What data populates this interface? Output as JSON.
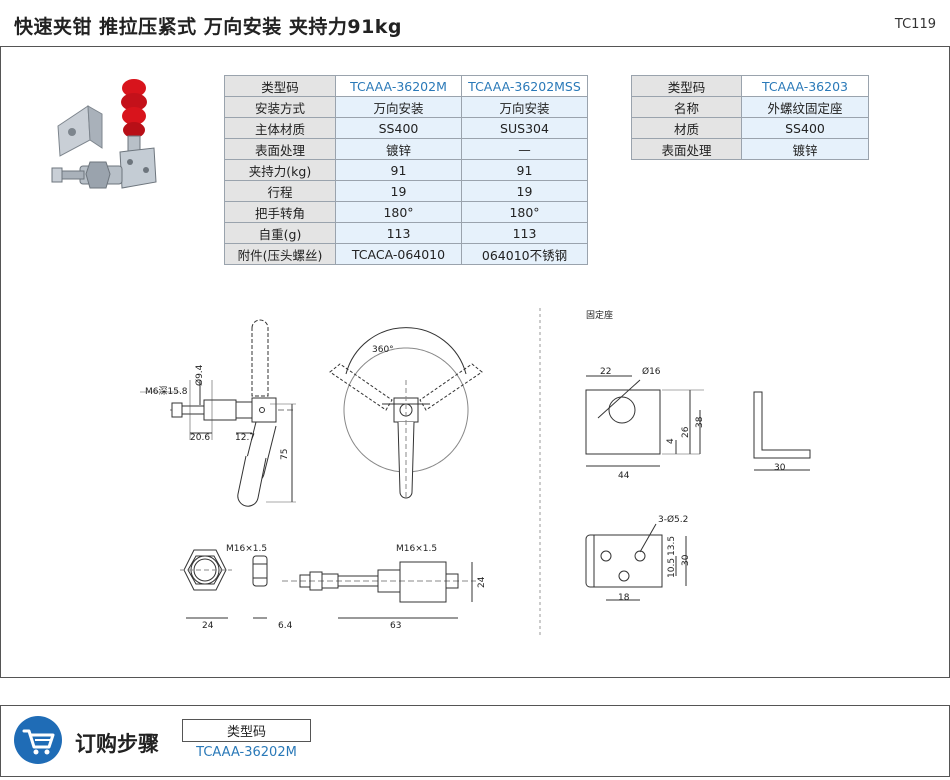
{
  "header": {
    "title": "快速夹钳   推拉压紧式   万向安装   夹持力91kg",
    "page_code": "TC119"
  },
  "spec_table": {
    "header": [
      "类型码",
      "TCAAA-36202M",
      "TCAAA-36202MSS"
    ],
    "rows": [
      [
        "安装方式",
        "万向安装",
        "万向安装"
      ],
      [
        "主体材质",
        "SS400",
        "SUS304"
      ],
      [
        "表面处理",
        "镀锌",
        "—"
      ],
      [
        "夹持力(kg)",
        "91",
        "91"
      ],
      [
        "行程",
        "19",
        "19"
      ],
      [
        "把手转角",
        "180°",
        "180°"
      ],
      [
        "自重(g)",
        "113",
        "113"
      ],
      [
        "附件(压头螺丝)",
        "TCACA-064010",
        "064010不锈钢"
      ]
    ]
  },
  "base_table": {
    "header": [
      "类型码",
      "TCAAA-36203"
    ],
    "rows": [
      [
        "名称",
        "外螺纹固定座"
      ],
      [
        "材质",
        "SS400"
      ],
      [
        "表面处理",
        "镀锌"
      ]
    ]
  },
  "drawing": {
    "base_label": "固定座",
    "dims": {
      "m6": "M6深15.8",
      "phi94": "Ø9.4",
      "d206": "20.6",
      "d127": "12.7",
      "d75": "75",
      "deg360": "360°",
      "m16a": "M16×1.5",
      "m16b": "M16×1.5",
      "d24a": "24",
      "d64": "6.4",
      "d63": "63",
      "d24b": "24",
      "d22": "22",
      "phi16": "Ø16",
      "d44": "44",
      "d4": "4",
      "d26": "26",
      "d38": "38",
      "d30a": "30",
      "holes": "3-Ø5.2",
      "d105": "10.5",
      "d135": "13.5",
      "d30b": "30",
      "d18": "18"
    }
  },
  "order": {
    "title": "订购步骤",
    "label": "类型码",
    "code": "TCAAA-36202M"
  },
  "colors": {
    "accent_blue": "#2a79b8",
    "value_bg": "#e6f1fb",
    "label_bg": "#e4e4e4",
    "handle_red": "#d8141c",
    "cart_blue": "#1f6cb6"
  }
}
